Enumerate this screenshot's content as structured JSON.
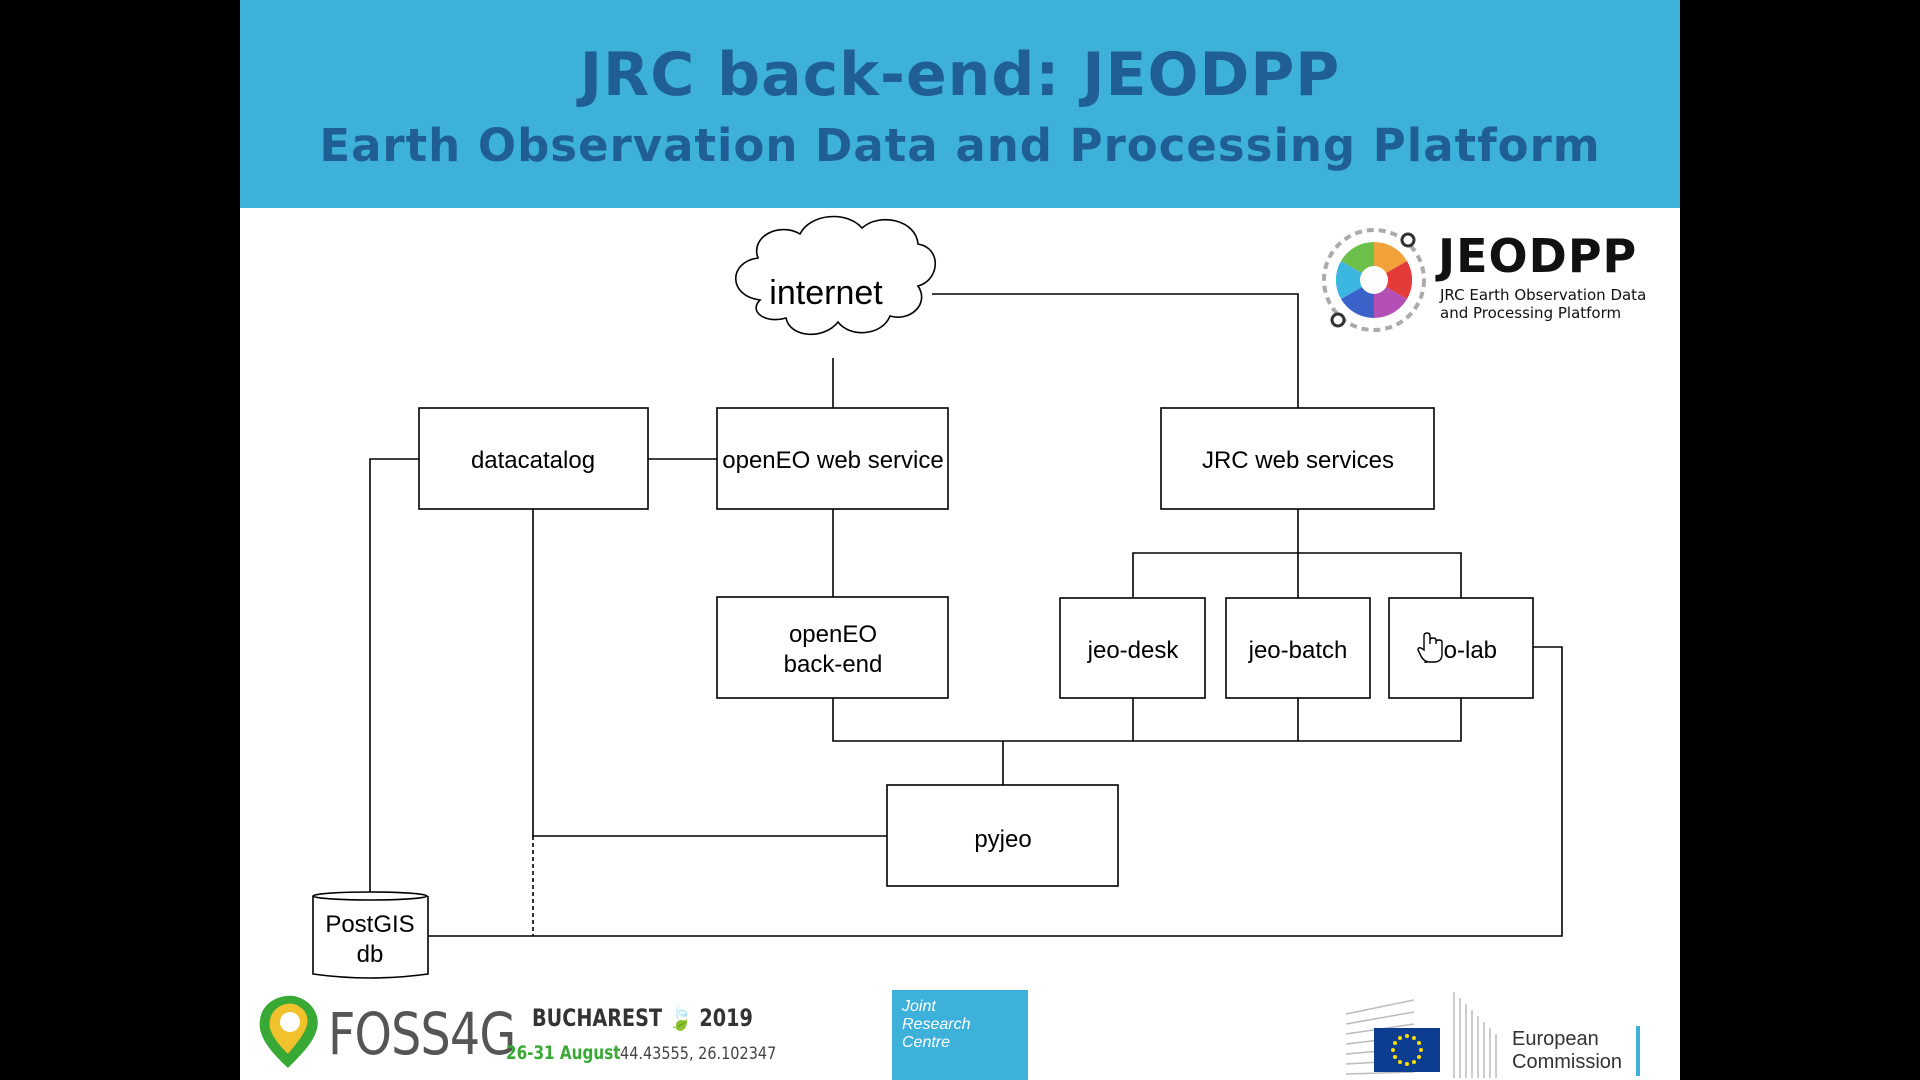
{
  "slide": {
    "title": "JRC back-end: JEODPP",
    "subtitle": "Earth Observation Data and Processing Platform"
  },
  "diagram": {
    "cloud": "internet",
    "nodes": {
      "datacatalog": "datacatalog",
      "openeo_web_service": "openEO web service",
      "jrc_web_services": "JRC web services",
      "openeo_backend_line1": "openEO",
      "openeo_backend_line2": "back-end",
      "jeo_desk": "jeo-desk",
      "jeo_batch": "jeo-batch",
      "jeo_lab": "jeo-lab",
      "pyjeo": "pyjeo",
      "postgis_line1": "PostGIS",
      "postgis_line2": "db"
    }
  },
  "logos": {
    "jeodpp": {
      "name": "JEODPP",
      "tagline_line1": "JRC Earth Observation Data",
      "tagline_line2": "and Processing Platform"
    },
    "foss4g": {
      "name": "FOSS4G",
      "city": "BUCHAREST",
      "year": "2019",
      "dates": "26-31 August",
      "coords": "44.43555, 26.102347"
    },
    "jrc": {
      "line1": "Joint",
      "line2": "Research",
      "line3": "Centre"
    },
    "ec": {
      "line1": "European",
      "line2": "Commission"
    }
  },
  "colors": {
    "title_band": "#3eb1db",
    "title_text": "#1f5f95",
    "page_background": "#000000"
  }
}
